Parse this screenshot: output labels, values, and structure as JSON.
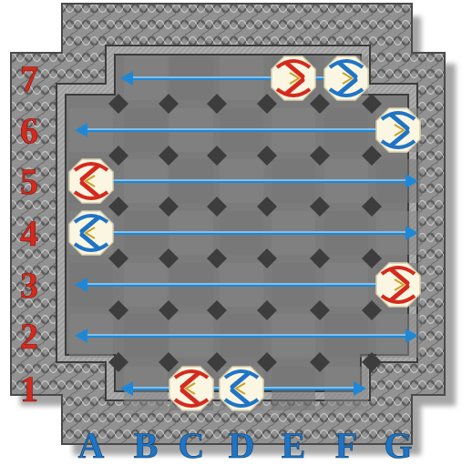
{
  "board": {
    "rows": [
      "1",
      "2",
      "3",
      "4",
      "5",
      "6",
      "7"
    ],
    "columns": [
      "A",
      "B",
      "C",
      "D",
      "E",
      "F",
      "G"
    ],
    "row_label_color": "#d42a1e",
    "column_label_color": "#1f74c4",
    "frame_color": "#8d8d8d",
    "frame_dark": "#3c3c3c",
    "playfield_color": "#7b7b7b",
    "tile_color": "#3d3d3d",
    "arrow_color": "#1e88d6",
    "arrow_highlight": "#eaf6ff"
  },
  "lanes": [
    {
      "row": "1",
      "from": "B",
      "to": "F"
    },
    {
      "row": "2",
      "from": "A",
      "to": "G"
    },
    {
      "row": "3",
      "from": "A",
      "to": "G"
    },
    {
      "row": "4",
      "from": "A",
      "to": "G"
    },
    {
      "row": "5",
      "from": "A",
      "to": "G"
    },
    {
      "row": "6",
      "from": "A",
      "to": "G"
    },
    {
      "row": "7",
      "from": "B",
      "to": "F"
    }
  ],
  "pieces": [
    {
      "color": "red",
      "square": "E7",
      "facing": "right"
    },
    {
      "color": "blue",
      "square": "F7",
      "facing": "right"
    },
    {
      "color": "blue",
      "square": "G6",
      "facing": "right"
    },
    {
      "color": "red",
      "square": "A5",
      "facing": "left"
    },
    {
      "color": "blue",
      "square": "A4",
      "facing": "left"
    },
    {
      "color": "red",
      "square": "G3",
      "facing": "right"
    },
    {
      "color": "red",
      "square": "C1",
      "facing": "left"
    },
    {
      "color": "blue",
      "square": "D1",
      "facing": "left"
    }
  ],
  "piece_colors": {
    "red": "#d42a1e",
    "blue": "#1f74c4",
    "face": "#fbf6e2"
  }
}
